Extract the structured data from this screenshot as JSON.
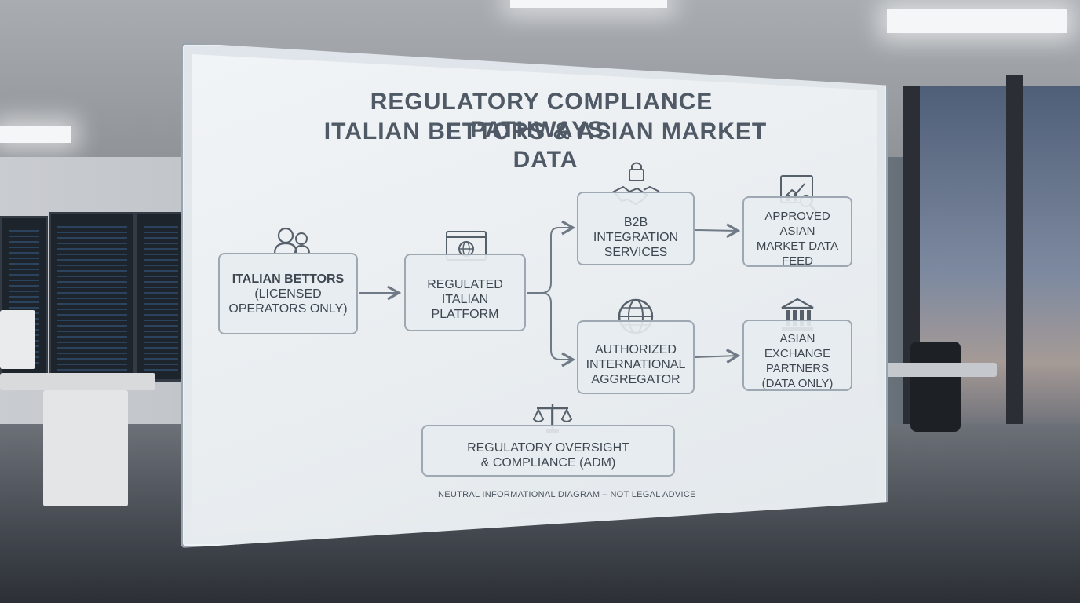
{
  "diagram": {
    "title_line1": "REGULATORY COMPLIANCE PATHWAYS:",
    "title_line2": "ITALIAN BETTORS & ASIAN MARKET DATA",
    "nodes": {
      "bettors": {
        "line1": "ITALIAN BETTORS",
        "line2": "(LICENSED",
        "line3": "OPERATORS ONLY)",
        "icon": "users-icon"
      },
      "platform": {
        "line1": "REGULATED",
        "line2": "ITALIAN",
        "line3": "PLATFORM",
        "icon": "browser-globe-icon"
      },
      "b2b": {
        "line1": "B2B",
        "line2": "INTEGRATION",
        "line3": "SERVICES",
        "icon": "handshake-lock-icon"
      },
      "aggregator": {
        "line1": "AUTHORIZED",
        "line2": "INTERNATIONAL",
        "line3": "AGGREGATOR",
        "icon": "globe-icon"
      },
      "feed": {
        "line1": "APPROVED ASIAN",
        "line2": "MARKET DATA",
        "line3": "FEED",
        "icon": "chart-magnifier-icon"
      },
      "exchange": {
        "line1": "ASIAN EXCHANGE",
        "line2": "PARTNERS",
        "line3": "(DATA ONLY)",
        "icon": "bank-icon"
      },
      "oversight": {
        "line1": "REGULATORY OVERSIGHT",
        "line2": "& COMPLIANCE (ADM)",
        "icon": "scales-icon"
      }
    },
    "footer": "NEUTRAL INFORMATIONAL DIAGRAM – NOT LEGAL ADVICE"
  },
  "colors": {
    "line": "#6f7a86",
    "node_border": "#9ea8b2",
    "text": "#3e4650"
  }
}
